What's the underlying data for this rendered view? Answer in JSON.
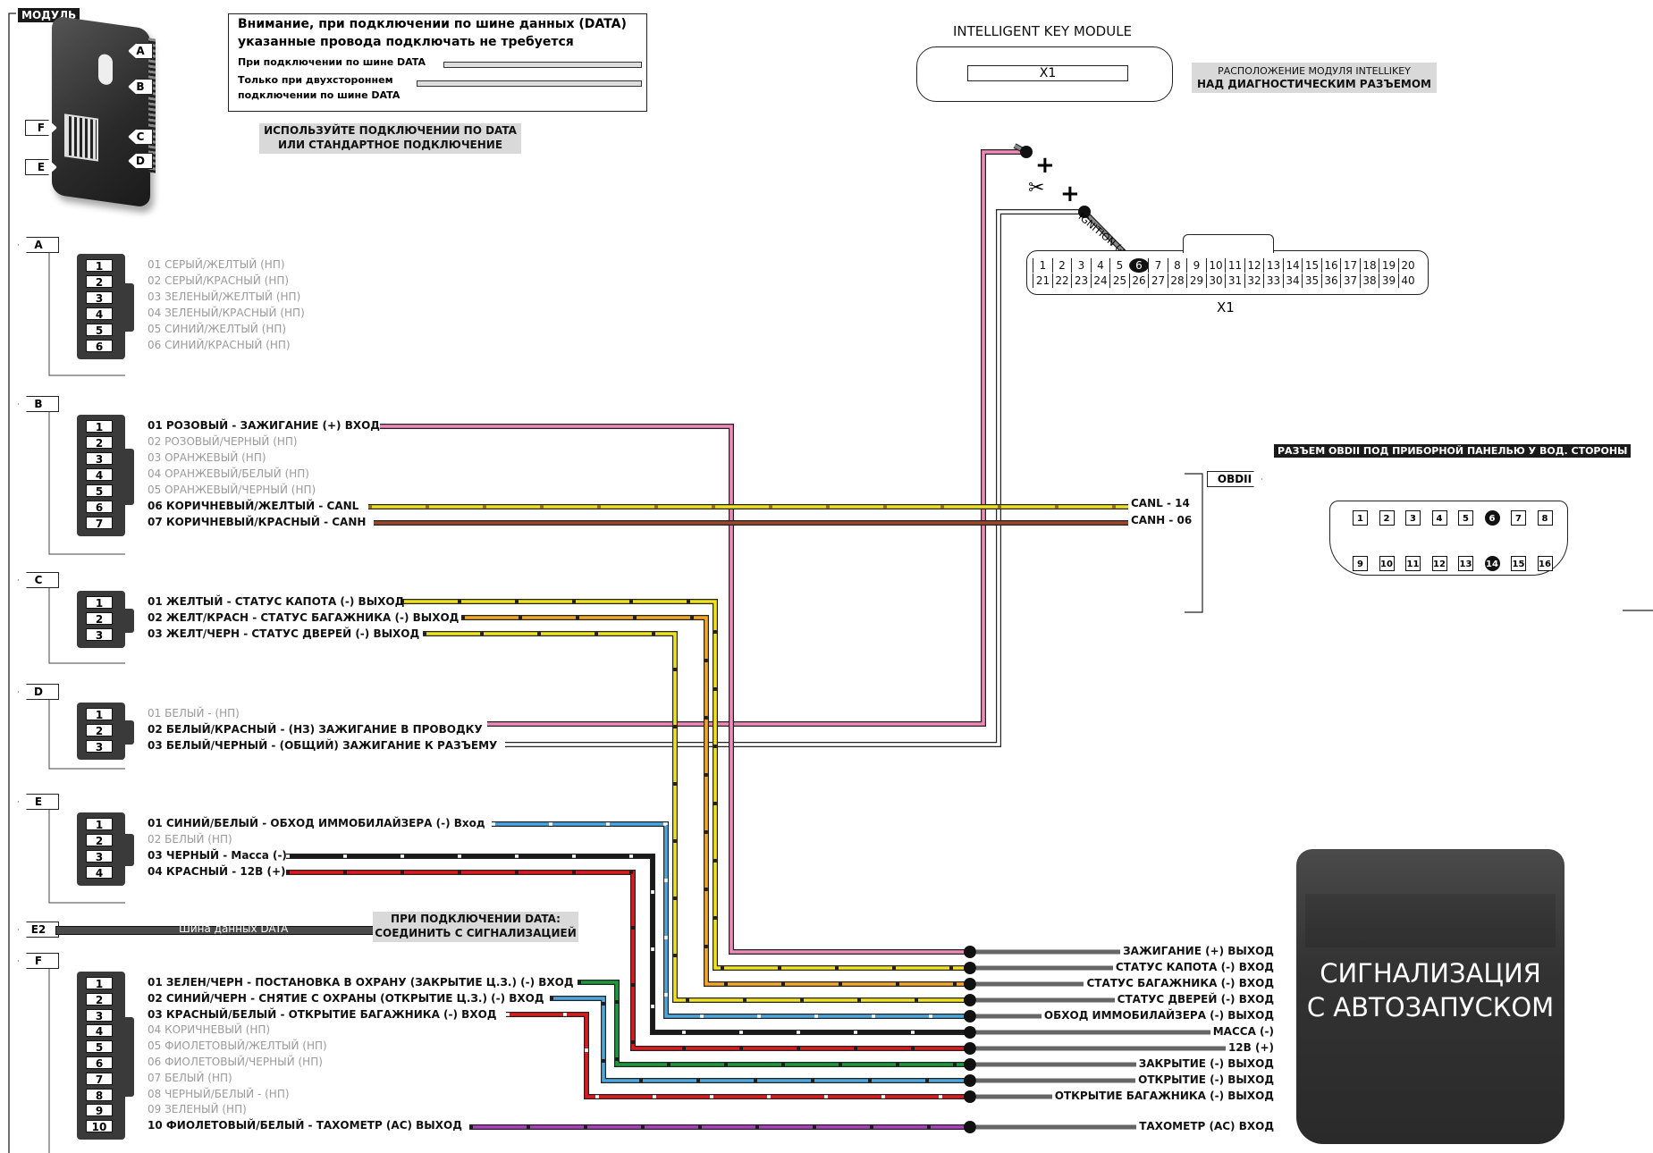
{
  "module": {
    "title": "МОДУЛЬ",
    "connector_letters": [
      "A",
      "B",
      "C",
      "D"
    ],
    "side_letters": [
      "F",
      "E"
    ]
  },
  "note": {
    "heading_line1": "Внимание, при подключении по шине данных (DATA)",
    "heading_line2": "указанные провода подключать не требуется",
    "row1": "При подключении по шине DATA",
    "row2_line1": "Только при двухстороннем",
    "row2_line2": "подключении по шине DATA"
  },
  "data_hint": {
    "line1": "ИСПОЛЬЗУЙТЕ  ПОДКЛЮЧЕНИИ ПО DATA",
    "line2": "ИЛИ  СТАНДАРТНОЕ ПОДКЛЮЧЕНИЕ"
  },
  "ikm": {
    "title": "INTELLIGENT KEY MODULE",
    "connector_label": "X1",
    "location_line1": "РАСПОЛОЖЕНИЕ МОДУЛЯ INTELLIKEY",
    "location_line2": "НАД ДИАГНОСТИЧЕСКИМ РАЗЪЕМОМ",
    "ignition_label": "IGNITION (+)",
    "plus": "+",
    "x1_label": "X1",
    "x1_top": [
      "1",
      "2",
      "3",
      "4",
      "5",
      "6",
      "7",
      "8",
      "9",
      "10",
      "11",
      "12",
      "13",
      "14",
      "15",
      "16",
      "17",
      "18",
      "19",
      "20"
    ],
    "x1_bottom": [
      "21",
      "22",
      "23",
      "24",
      "25",
      "26",
      "27",
      "28",
      "29",
      "30",
      "31",
      "32",
      "33",
      "34",
      "35",
      "36",
      "37",
      "38",
      "39",
      "40"
    ],
    "x1_active": "6"
  },
  "obd": {
    "title": "РАЗЪЕМ OBDII ПОД ПРИБОРНОЙ ПАНЕЛЬЮ У ВОД. СТОРОНЫ",
    "tag": "OBDII",
    "canl": "CANL - 14",
    "canh": "CANH - 06",
    "pins_top": [
      "1",
      "2",
      "3",
      "4",
      "5",
      "6",
      "7",
      "8"
    ],
    "pins_bottom": [
      "9",
      "10",
      "11",
      "12",
      "13",
      "14",
      "15",
      "16"
    ],
    "active_top": "6",
    "active_bottom": "14"
  },
  "connectors": {
    "A": {
      "tag": "A",
      "pins": [
        "1",
        "2",
        "3",
        "4",
        "5",
        "6"
      ],
      "wires": [
        {
          "text": "01 СЕРЫЙ/ЖЕЛТЫЙ (НП)",
          "bold": false
        },
        {
          "text": "02 СЕРЫЙ/КРАСНЫЙ (НП)",
          "bold": false
        },
        {
          "text": "03 ЗЕЛЕНЫЙ/ЖЕЛТЫЙ (НП)",
          "bold": false
        },
        {
          "text": "04 ЗЕЛЕНЫЙ/КРАСНЫЙ (НП)",
          "bold": false
        },
        {
          "text": "05 СИНИЙ/ЖЕЛТЫЙ (НП)",
          "bold": false
        },
        {
          "text": "06 СИНИЙ/КРАСНЫЙ (НП)",
          "bold": false
        }
      ]
    },
    "B": {
      "tag": "B",
      "pins": [
        "1",
        "2",
        "3",
        "4",
        "5",
        "6",
        "7"
      ],
      "wires": [
        {
          "text": "01 РОЗОВЫЙ - ЗАЖИГАНИЕ (+) ВХОД",
          "bold": true
        },
        {
          "text": "02 РОЗОВЫЙ/ЧЕРНЫЙ (НП)",
          "bold": false
        },
        {
          "text": "03 ОРАНЖЕВЫЙ (НП)",
          "bold": false
        },
        {
          "text": "04 ОРАНЖЕВЫЙ/БЕЛЫЙ (НП)",
          "bold": false
        },
        {
          "text": "05 ОРАНЖЕВЫЙ/ЧЕРНЫЙ (НП)",
          "bold": false
        },
        {
          "text": "06 КОРИЧНЕВЫЙ/ЖЕЛТЫЙ - CANL",
          "bold": true
        },
        {
          "text": "07 КОРИЧНЕВЫЙ/КРАСНЫЙ - CANH",
          "bold": true
        }
      ]
    },
    "C": {
      "tag": "C",
      "pins": [
        "1",
        "2",
        "3"
      ],
      "wires": [
        {
          "text": "01 ЖЕЛТЫЙ - СТАТУС КАПОТА (-) ВЫХОД",
          "bold": true
        },
        {
          "text": "02 ЖЕЛТ/КРАСН - СТАТУС БАГАЖНИКА (-) ВЫХОД",
          "bold": true
        },
        {
          "text": "03 ЖЕЛТ/ЧЕРН - СТАТУС ДВЕРЕЙ (-) ВЫХОД",
          "bold": true
        }
      ]
    },
    "D": {
      "tag": "D",
      "pins": [
        "1",
        "2",
        "3"
      ],
      "wires": [
        {
          "text": "01 БЕЛЫЙ - (НП)",
          "bold": false
        },
        {
          "text": "02 БЕЛЫЙ/КРАСНЫЙ - (НЗ) ЗАЖИГАНИЕ В ПРОВОДКУ",
          "bold": true
        },
        {
          "text": "03 БЕЛЫЙ/ЧЕРНЫЙ - (ОБЩИЙ) ЗАЖИГАНИЕ К РАЗЪЕМУ",
          "bold": true
        }
      ]
    },
    "E": {
      "tag": "E",
      "pins": [
        "1",
        "2",
        "3",
        "4"
      ],
      "wires": [
        {
          "text": "01 СИНИЙ/БЕЛЫЙ - ОБХОД ИММОБИЛАЙЗЕРА (-) Вход",
          "bold": true
        },
        {
          "text": "02 БЕЛЫЙ (НП)",
          "bold": false
        },
        {
          "text": "03 ЧЕРНЫЙ - Масса (-)",
          "bold": true
        },
        {
          "text": "04 КРАСНЫЙ - 12В (+)",
          "bold": true
        }
      ]
    },
    "E2": {
      "tag": "E2",
      "bus_label": "Шина данных DATA",
      "note_line1": "ПРИ ПОДКЛЮЧЕНИИ DATA:",
      "note_line2": "СОЕДИНИТЬ С СИГНАЛИЗАЦИЕЙ"
    },
    "F": {
      "tag": "F",
      "pins": [
        "1",
        "2",
        "3",
        "4",
        "5",
        "6",
        "7",
        "8",
        "9",
        "10"
      ],
      "wires": [
        {
          "text": "01 ЗЕЛЕН/ЧЕРН - ПОСТАНОВКА В ОХРАНУ (ЗАКРЫТИЕ Ц.З.) (-) ВХОД",
          "bold": true
        },
        {
          "text": "02 СИНИЙ/ЧЕРН - СНЯТИЕ С ОХРАНЫ (ОТКРЫТИЕ Ц.З.) (-) ВХОД",
          "bold": true
        },
        {
          "text": "03 КРАСНЫЙ/БЕЛЫЙ - ОТКРЫТИЕ БАГАЖНИКА (-) ВХОД",
          "bold": true
        },
        {
          "text": "04 КОРИЧНЕВЫЙ (НП)",
          "bold": false
        },
        {
          "text": "05 ФИОЛЕТОВЫЙ/ЖЕЛТЫЙ (НП)",
          "bold": false
        },
        {
          "text": "06 ФИОЛЕТОВЫЙ/ЧЕРНЫЙ (НП)",
          "bold": false
        },
        {
          "text": "07 БЕЛЫЙ (НП)",
          "bold": false
        },
        {
          "text": "08 ЧЕРНЫЙ/БЕЛЫЙ - (НП)",
          "bold": false
        },
        {
          "text": "09 ЗЕЛЕНЫЙ (НП)",
          "bold": false
        },
        {
          "text": "10 ФИОЛЕТОВЫЙ/БЕЛЫЙ - ТАХОМЕТР (АС) ВЫХОД",
          "bold": true
        }
      ]
    }
  },
  "alarm": {
    "line1": "СИГНАЛИЗАЦИЯ",
    "line2": "С АВТОЗАПУСКОМ",
    "outputs": [
      "ЗАЖИГАНИЕ (+) ВЫХОД",
      "СТАТУС КАПОТА (-) ВХОД",
      "СТАТУС БАГАЖНИКА (-) ВХОД",
      "СТАТУС ДВЕРЕЙ (-) ВХОД",
      "ОБХОД ИММОБИЛАЙЗЕРА (-) ВЫХОД",
      "МАССА (-)",
      "12В (+)",
      "ЗАКРЫТИЕ (-) ВЫХОД",
      "ОТКРЫТИЕ (-) ВЫХОД",
      "ОТКРЫТИЕ БАГАЖНИКА (-) ВЫХОД",
      "ТАХОМЕТР (АС) ВХОД"
    ]
  },
  "colors": {
    "pink": "#f08ab8",
    "yellow": "#f2e21a",
    "orange": "#f5a623",
    "brown_yellow": "#9a6b1f",
    "brown_red": "#a0442a",
    "blue": "#4aa8e0",
    "black": "#1a1a1a",
    "red": "#e0191f",
    "green": "#1a9a3a",
    "violet": "#b040c0",
    "white": "#ffffff",
    "grey": "#8a8a8a"
  }
}
